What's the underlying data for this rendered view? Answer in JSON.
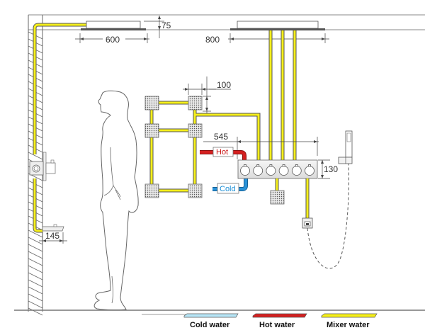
{
  "diagram": {
    "title": "Concealed shower system installation diagram",
    "dimensions": {
      "rain_shower_width": "600",
      "rain_shower_depth": "75",
      "waterfall_shower_width": "800",
      "body_jet_spacing": "100",
      "thermostat_width": "545",
      "thermostat_height": "130",
      "spout_projection": "145"
    },
    "pipe_labels": {
      "hot": "Hot",
      "cold": "Cold"
    },
    "legend": [
      {
        "label": "Cold water",
        "color": "#b8e6f7"
      },
      {
        "label": "Hot water",
        "color": "#d42020"
      },
      {
        "label": "Mixer water",
        "color": "#f5ef1a"
      }
    ],
    "colors": {
      "mixer_pipe": "#f5ef1a",
      "hot_pipe": "#d42020",
      "cold_pipe": "#2a92d8",
      "outline": "#555555"
    },
    "components": {
      "thermostat_knobs": 6,
      "body_jets": 6
    }
  }
}
